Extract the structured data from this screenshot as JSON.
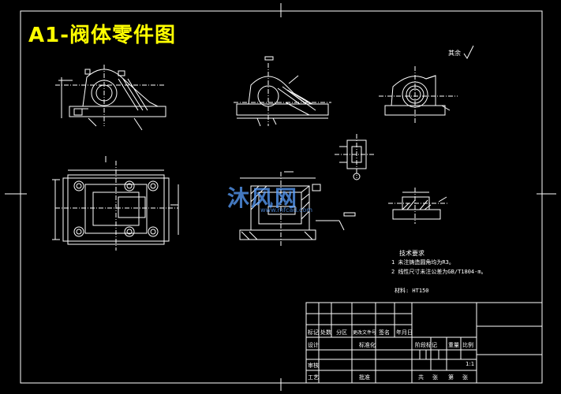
{
  "drawing": {
    "title": "A1-阀体零件图",
    "surface_finish_note": "其余",
    "tech_req_heading": "技术要求",
    "tech_req_items": [
      "1 未注铸造圆角均为R3。",
      "2 线性尺寸未注公差为GB/T1804-m。"
    ],
    "material": "材料: HT150",
    "watermark": "沐风网",
    "watermark_sub": "www.mfcad.com"
  },
  "title_block": {
    "row_labels": [
      "标记",
      "处数",
      "分区",
      "更改文件号",
      "签名",
      "年月日"
    ],
    "left_labels": [
      "设计",
      "审核",
      "工艺"
    ],
    "std_label": "标准化",
    "approve_label": "批准",
    "stage_labels": [
      "阶段标记",
      "重量",
      "比例"
    ],
    "scale_value": "1:1",
    "sheet_labels": [
      "共",
      "张",
      "第",
      "张"
    ]
  },
  "colors": {
    "background": "#000000",
    "lines": "#ffffff",
    "title": "#ffff00",
    "watermark": "#5aa0ff"
  }
}
